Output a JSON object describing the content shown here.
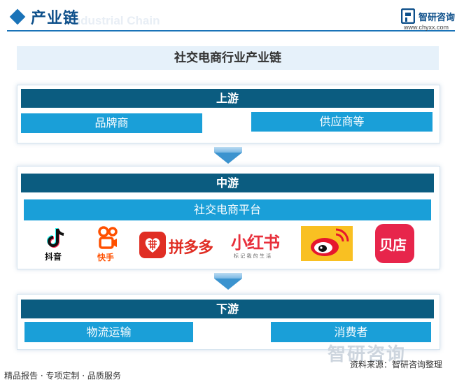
{
  "header": {
    "title": "产业链",
    "subtitle_en": "Industrial Chain",
    "brand_name": "智研咨询",
    "brand_url": "www.chyxx.com"
  },
  "diagram": {
    "title": "社交电商行业产业链",
    "upstream": {
      "label": "上游",
      "items": [
        "品牌商",
        "供应商等"
      ]
    },
    "midstream": {
      "label": "中游",
      "platform": "社交电商平台",
      "logos": [
        {
          "icon": "douyin-icon",
          "text": "抖音"
        },
        {
          "icon": "kuaishou-icon",
          "text": "快手"
        },
        {
          "icon": "pinduoduo-icon",
          "text": "拼多多"
        },
        {
          "icon": "xiaohongshu-icon",
          "text": "小红书",
          "sub": "标 记 我 的 生 活"
        },
        {
          "icon": "weibo-icon",
          "text": ""
        },
        {
          "icon": "beidian-icon",
          "text": "贝店"
        }
      ]
    },
    "downstream": {
      "label": "下游",
      "items": [
        "物流运输",
        "消费者"
      ]
    }
  },
  "footer": {
    "left": "精品报告 · 专项定制 · 品质服务",
    "source": "资料来源：智研咨询整理",
    "watermark": "智研咨询"
  },
  "colors": {
    "dark_bar": "#0b5c80",
    "light_bar": "#1a9fd8",
    "title_bg": "#e6f1fa"
  }
}
